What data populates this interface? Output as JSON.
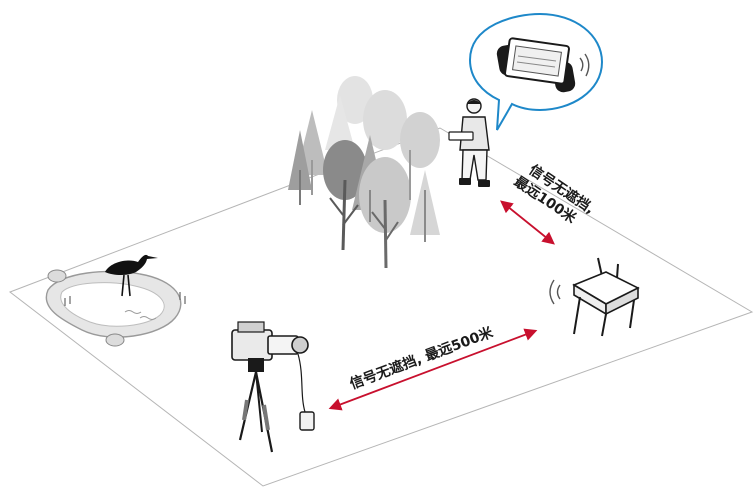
{
  "labels": {
    "short_range_line1": "信号无遮挡,",
    "short_range_line2": "最远100米",
    "long_range": "信号无遮挡, 最远500米"
  },
  "colors": {
    "arrow": "#c8102e",
    "bubble": "#1e88c9",
    "ground_line": "#b5b5b5",
    "ink": "#1a1a1a"
  },
  "icons": [
    "ground-plane-icon",
    "tree-icon",
    "operator-person-icon",
    "remote-controller-icon",
    "speech-bubble-icon",
    "wifi-signal-icon",
    "relay-station-icon",
    "bird-stork-icon",
    "pond-icon",
    "camera-tripod-icon",
    "battery-box-icon",
    "double-arrow-icon"
  ]
}
